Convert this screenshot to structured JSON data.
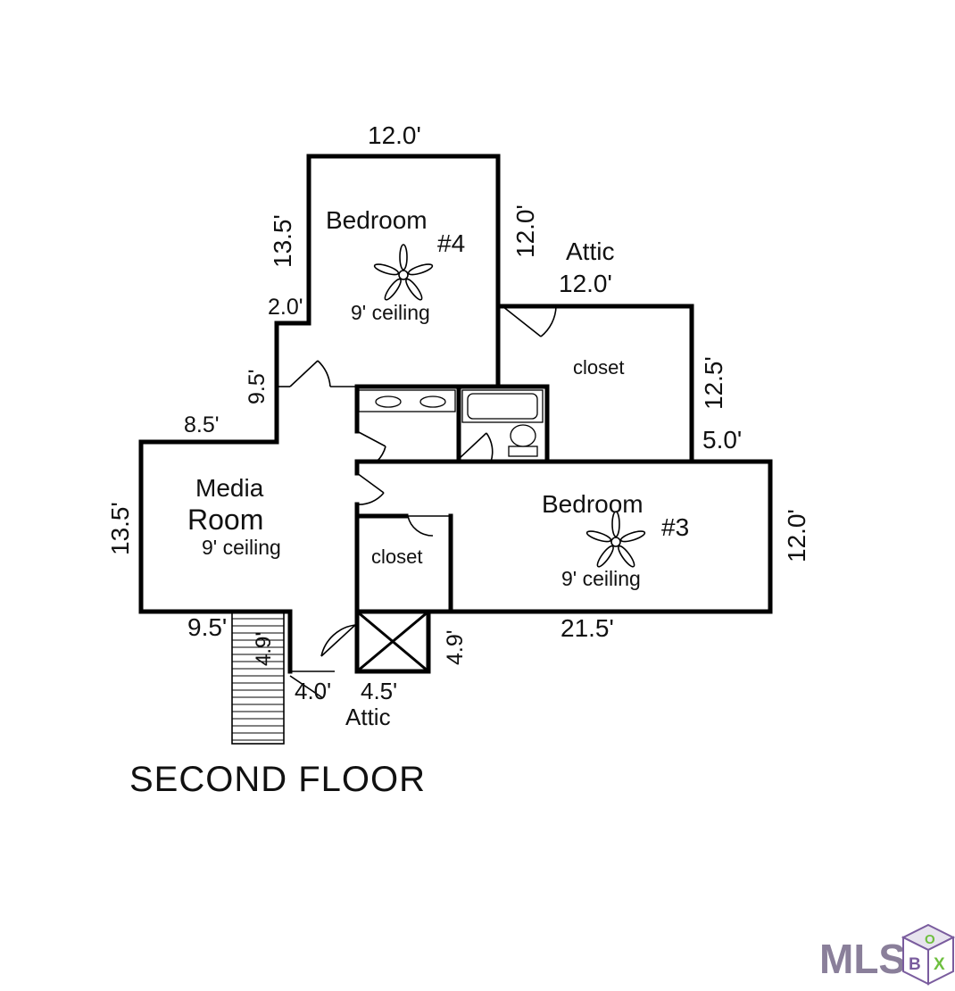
{
  "title": "SECOND FLOOR",
  "rooms": {
    "bedroom4": {
      "name": "Bedroom",
      "number": "#4",
      "ceiling": "9' ceiling"
    },
    "bedroom3": {
      "name": "Bedroom",
      "number": "#3",
      "ceiling": "9' ceiling"
    },
    "media": {
      "name_line1": "Media",
      "name_line2": "Room",
      "ceiling": "9' ceiling"
    },
    "closet_upper": {
      "name": "closet"
    },
    "closet_lower": {
      "name": "closet"
    },
    "attic_upper": {
      "name": "Attic"
    },
    "attic_lower": {
      "name": "Attic"
    }
  },
  "dimensions": {
    "bed4_top": "12.0'",
    "bed4_left": "13.5'",
    "bed4_right": "12.0'",
    "step_2": "2.0'",
    "hall_left": "9.5'",
    "media_top": "8.5'",
    "media_left": "13.5'",
    "media_bottom": "9.5'",
    "stair_4_9": "4.9'",
    "attic_top": "12.0'",
    "closet_right": "12.5'",
    "step_5": "5.0'",
    "bed3_right": "12.0'",
    "bed3_bottom": "21.5'",
    "attic_box_right": "4.9'",
    "dim_4_0": "4.0'",
    "dim_4_5": "4.5'"
  },
  "logo": {
    "text": "MLS",
    "box_letters": [
      "B",
      "O",
      "X"
    ],
    "colors": {
      "text": "#8a7f9a",
      "box_green": "#6ebf3f",
      "box_purple": "#7a5c9e"
    }
  }
}
